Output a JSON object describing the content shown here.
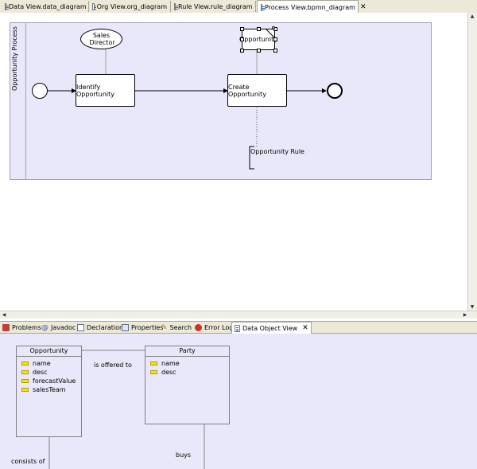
{
  "editor_tabs": [
    {
      "label": "Data View.data_diagram",
      "active": false
    },
    {
      "label": "Org View.org_diagram",
      "active": false
    },
    {
      "label": "Rule View.rule_diagram",
      "active": false
    },
    {
      "label": "Process View.bpmn_diagram",
      "active": true
    }
  ],
  "diagram": {
    "pool_label": "Opportunity Process",
    "participant": "Sales Director",
    "task_identify": "Identify Opportunity",
    "task_create": "Create Opportunity",
    "data_object": "Opportunity",
    "rule": "Opportunity Rule"
  },
  "view_tabs": [
    {
      "label": "Problems",
      "icon": "problems-icon",
      "active": false
    },
    {
      "label": "Javadoc",
      "icon": "javadoc-icon",
      "active": false
    },
    {
      "label": "Declaration",
      "icon": "declaration-icon",
      "active": false
    },
    {
      "label": "Properties",
      "icon": "properties-icon",
      "active": false
    },
    {
      "label": "Search",
      "icon": "search-icon",
      "active": false
    },
    {
      "label": "Error Log",
      "icon": "error-log-icon",
      "active": false
    },
    {
      "label": "Data Object View",
      "icon": "data-object-view-icon",
      "active": true
    }
  ],
  "data_model": {
    "opportunity": {
      "name": "Opportunity",
      "attributes": [
        "name",
        "desc",
        "forecastValue",
        "salesTeam"
      ]
    },
    "party": {
      "name": "Party",
      "attributes": [
        "name",
        "desc"
      ]
    },
    "associations": {
      "offered": "is offered to",
      "consists": "consists of",
      "buys": "buys"
    }
  },
  "colors": {
    "pool_fill": "#e8e8fa",
    "attribute_icon": "#f5e21a"
  }
}
